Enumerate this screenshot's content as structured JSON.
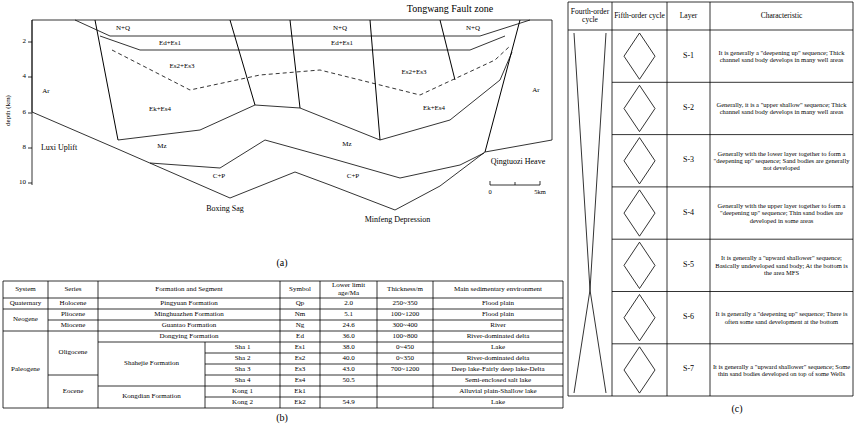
{
  "diagram": {
    "labels": [
      "Tongwang Fault zone",
      "N+Q",
      "Ed+Es1",
      "Es2+Es3",
      "N+Q",
      "Ed+Es1",
      "Es2+Es3",
      "N+Q",
      "Ek+Es4",
      "Ek+Es4",
      "Mz",
      "C+P",
      "Mz",
      "C+P",
      "Ar",
      "Luxi Uplift",
      "Boxing Sag",
      "Minfeng Depression",
      "Qingtuozi Heave",
      "Ar",
      "0",
      "5km",
      "2",
      "4",
      "6",
      "8",
      "10",
      "depth (km)",
      "(a)",
      "System",
      "Series",
      "Formation and Segment",
      "Symbol",
      "Lower limit age/Ma",
      "Thickness/m",
      "Main sedimentary environment",
      "Quaternary",
      "Holocene",
      "Pingyuan Formation",
      "Qp",
      "2.0",
      "250~350",
      "Flood plain",
      "Neogene",
      "Pliocene",
      "Minghuazhen Formation",
      "Nm",
      "5.1",
      "100~1200",
      "Flood plain",
      "Miocene",
      "Guantao Formation",
      "Ng",
      "24.6",
      "300~400",
      "River",
      "Paleogene",
      "Oligocene",
      "Dongying Formation",
      "Ed",
      "36.0",
      "100~800",
      "River-dominated delta",
      "Shahejie Formation",
      "Sha 1",
      "Es1",
      "38.0",
      "0~450",
      "Lake",
      "Sha 2",
      "Es2",
      "40.0",
      "0~350",
      "River-dominated delta",
      "Sha 3",
      "Es3",
      "43.0",
      "700~1200",
      "Deep lake-Fairly deep lake-Delta",
      "Eocene",
      "Sha 4",
      "Es4",
      "50.5",
      "Semi-enclosed salt lake",
      "Kongdian Formation",
      "Kong 1",
      "Ek1",
      "Alluvial plain-Shallow lake",
      "Kong 2",
      "Ek2",
      "54.9",
      "Lake",
      "(b)",
      "Fourth-order cycle",
      "Fifth-order cycle",
      "Layer",
      "Characteristic",
      "S-1",
      "It is generally a \"deepening up\" sequence; Thick channel sand body develops in many well areas",
      "S-2",
      "Generally, it is a \"upper shallow\" sequence; Thick channel sand body develops in many well areas",
      "S-3",
      "Generally with the lower layer together to form a \"deepening up\" sequence; Sand bodies are generally not developed",
      "S-4",
      "Generally with the upper layer together to form a \"deepening up\" sequence; Thin sand bodies are developed in some areas",
      "S-5",
      "It is generally a \"upward shallower\" sequence; Basically undeveloped sand body; At the bottom is the area MFS",
      "S-6",
      "It is generally a \"deepening up\" sequence; There is often some sand development at the bottom",
      "S-7",
      "It is generally a \"upward shallower\" sequence; Some thin sand bodies developed on top of some Wells",
      "(c)"
    ]
  }
}
